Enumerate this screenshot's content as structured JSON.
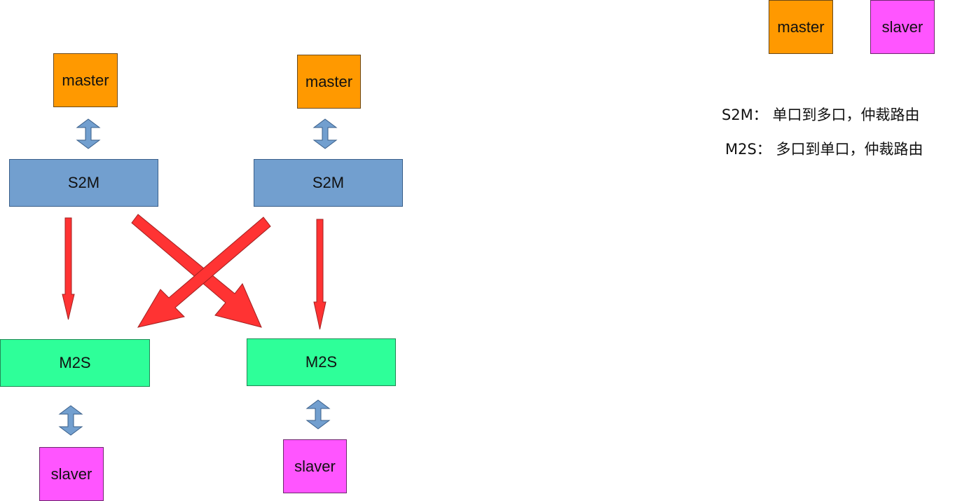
{
  "colors": {
    "master": "#ff9900",
    "slaver": "#ff55ff",
    "s2m": "#729fcf",
    "m2s": "#2eff99",
    "data_arrow": "#ff3333",
    "link_arrow": "#729fcf"
  },
  "nodes": {
    "master_left": "master",
    "master_right": "master",
    "s2m_left": "S2M",
    "s2m_right": "S2M",
    "m2s_left": "M2S",
    "m2s_right": "M2S",
    "slaver_left": "slaver",
    "slaver_right": "slaver"
  },
  "legend": {
    "master": "master",
    "slaver": "slaver",
    "s2m_desc": "S2M： 单口到多口，仲裁路由",
    "m2s_desc": "M2S： 多口到单口，仲裁路由"
  },
  "icons": {
    "link": "double-headed-arrow-icon",
    "route": "down-arrow-icon"
  }
}
